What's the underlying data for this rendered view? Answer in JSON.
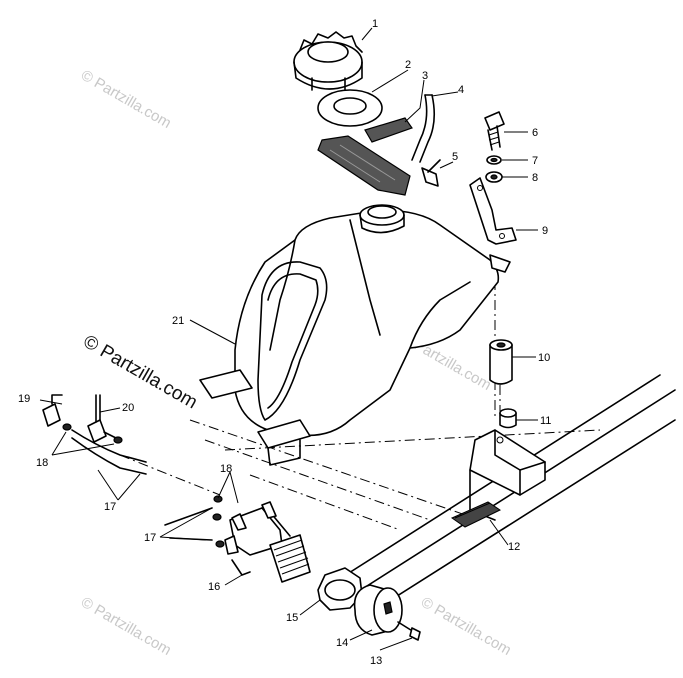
{
  "watermark": {
    "text": "© Partzilla.com",
    "color": "#c8c8c8"
  },
  "callouts": [
    {
      "number": "1"
    },
    {
      "number": "2"
    },
    {
      "number": "3"
    },
    {
      "number": "4"
    },
    {
      "number": "5"
    },
    {
      "number": "6"
    },
    {
      "number": "7"
    },
    {
      "number": "8"
    },
    {
      "number": "9"
    },
    {
      "number": "10"
    },
    {
      "number": "11"
    },
    {
      "number": "12"
    },
    {
      "number": "13"
    },
    {
      "number": "14"
    },
    {
      "number": "15"
    },
    {
      "number": "16"
    },
    {
      "number": "17"
    },
    {
      "number": "17"
    },
    {
      "number": "18"
    },
    {
      "number": "18"
    },
    {
      "number": "19"
    },
    {
      "number": "20"
    },
    {
      "number": "21"
    }
  ]
}
